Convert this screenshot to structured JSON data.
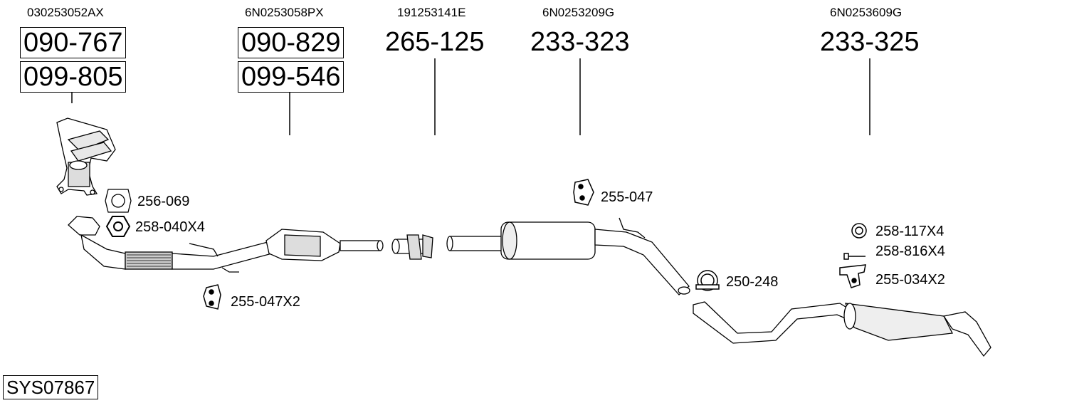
{
  "oem_numbers": [
    "030253052AX",
    "6N0253058PX",
    "191253141E",
    "6N0253209G",
    "6N0253609G"
  ],
  "parts": {
    "manifold_a": "090-767",
    "manifold_b": "099-805",
    "catalyst_a": "090-829",
    "catalyst_b": "099-546",
    "connector": "265-125",
    "middle_silencer": "233-323",
    "rear_silencer": "233-325"
  },
  "accessories": {
    "gasket": "256-069",
    "nut": "258-040X4",
    "hanger_front": "255-047X2",
    "hanger_mid": "255-047",
    "clamp": "250-248",
    "ring": "258-117X4",
    "bolt": "258-816X4",
    "bracket": "255-034X2"
  },
  "system_code": "SYS07867"
}
